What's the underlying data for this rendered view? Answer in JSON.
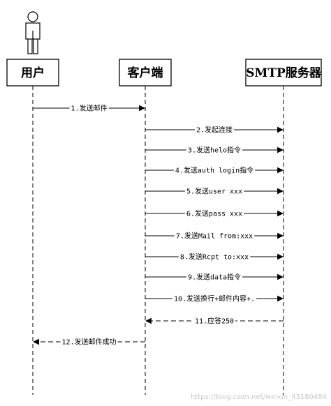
{
  "participants": [
    {
      "id": "user",
      "label": "用户"
    },
    {
      "id": "client",
      "label": "客户端"
    },
    {
      "id": "server",
      "label": "SMTP服务器"
    }
  ],
  "messages": [
    {
      "from": "user",
      "to": "client",
      "label": "1.发送邮件",
      "style": "solid"
    },
    {
      "from": "client",
      "to": "server",
      "label": "2.发起连接",
      "style": "solid"
    },
    {
      "from": "client",
      "to": "server",
      "label": "3.发送helo指令",
      "style": "solid"
    },
    {
      "from": "client",
      "to": "server",
      "label": "4.发送auth login指令",
      "style": "solid"
    },
    {
      "from": "client",
      "to": "server",
      "label": "5.发送user xxx",
      "style": "solid"
    },
    {
      "from": "client",
      "to": "server",
      "label": "6.发送pass xxx",
      "style": "solid"
    },
    {
      "from": "client",
      "to": "server",
      "label": "7.发送Mail from:xxx",
      "style": "solid"
    },
    {
      "from": "client",
      "to": "server",
      "label": "8.发送Rcpt to:xxx",
      "style": "solid"
    },
    {
      "from": "client",
      "to": "server",
      "label": "9.发送data指令",
      "style": "solid"
    },
    {
      "from": "client",
      "to": "server",
      "label": "10.发送换行+邮件内容+.",
      "style": "solid"
    },
    {
      "from": "server",
      "to": "client",
      "label": "11.应答250",
      "style": "dashed"
    },
    {
      "from": "client",
      "to": "user",
      "label": "12.发送邮件成功",
      "style": "dashed"
    }
  ],
  "watermark": "https://blog.csdn.net/weixin_43180484"
}
